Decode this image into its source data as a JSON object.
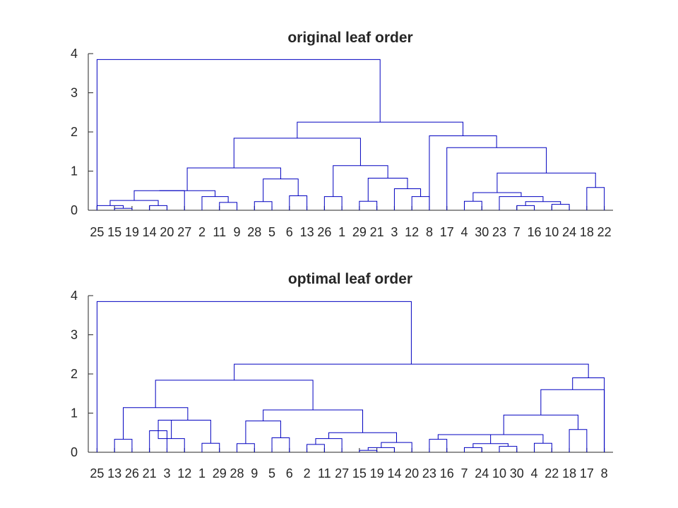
{
  "chart_data": [
    {
      "type": "dendrogram",
      "title": "original leaf order",
      "ylim": [
        0,
        4
      ],
      "yticks": [
        "0",
        "1",
        "2",
        "3",
        "4"
      ],
      "line_color": "#0000c0",
      "leaves": [
        "25",
        "15",
        "19",
        "14",
        "20",
        "27",
        "2",
        "11",
        "9",
        "28",
        "5",
        "6",
        "13",
        "26",
        "1",
        "29",
        "21",
        "3",
        "12",
        "8",
        "17",
        "4",
        "30",
        "23",
        "7",
        "16",
        "10",
        "24",
        "18",
        "22"
      ],
      "links": [
        {
          "a": "L1",
          "b": "L2",
          "h": 0.05
        },
        {
          "a": "N0",
          "b": "L0",
          "h": 0.12
        },
        {
          "a": "L3",
          "b": "L4",
          "h": 0.12
        },
        {
          "a": "N1",
          "b": "N2",
          "h": 0.25
        },
        {
          "a": "N3",
          "b": "L5",
          "h": 0.5
        },
        {
          "a": "L7",
          "b": "L8",
          "h": 0.2
        },
        {
          "a": "L6",
          "b": "N5",
          "h": 0.35
        },
        {
          "a": "N4",
          "b": "N6",
          "h": 0.5
        },
        {
          "a": "L9",
          "b": "L10",
          "h": 0.22
        },
        {
          "a": "L11",
          "b": "L12",
          "h": 0.37
        },
        {
          "a": "N8",
          "b": "N9",
          "h": 0.8
        },
        {
          "a": "N7",
          "b": "N10",
          "h": 1.08
        },
        {
          "a": "L13",
          "b": "L14",
          "h": 0.35
        },
        {
          "a": "L15",
          "b": "L16",
          "h": 0.23
        },
        {
          "a": "L18",
          "b": "L19",
          "h": 0.35
        },
        {
          "a": "L17",
          "b": "N14",
          "h": 0.55
        },
        {
          "a": "N13",
          "b": "N15",
          "h": 0.82
        },
        {
          "a": "N12",
          "b": "N16",
          "h": 1.14
        },
        {
          "a": "N11",
          "b": "N17",
          "h": 1.84
        },
        {
          "a": "L21",
          "b": "L22",
          "h": 0.23
        },
        {
          "a": "L24",
          "b": "L25",
          "h": 0.12
        },
        {
          "a": "L26",
          "b": "L27",
          "h": 0.15
        },
        {
          "a": "N20",
          "b": "N21",
          "h": 0.22
        },
        {
          "a": "L23",
          "b": "N22",
          "h": 0.35
        },
        {
          "a": "N19",
          "b": "N23",
          "h": 0.45
        },
        {
          "a": "L28",
          "b": "L29",
          "h": 0.58
        },
        {
          "a": "N24",
          "b": "N25",
          "h": 0.95
        },
        {
          "a": "L20",
          "b": "N26",
          "h": 1.6
        },
        {
          "a": "L19",
          "b": "N27",
          "h": 1.9
        },
        {
          "a": "N18",
          "b": "N28",
          "h": 2.25
        },
        {
          "a": "L0",
          "b": "N29",
          "h": 3.85
        }
      ]
    },
    {
      "type": "dendrogram",
      "title": "optimal leaf order",
      "ylim": [
        0,
        4
      ],
      "yticks": [
        "0",
        "1",
        "2",
        "3",
        "4"
      ],
      "line_color": "#0000c0",
      "leaves": [
        "25",
        "13",
        "26",
        "21",
        "3",
        "12",
        "1",
        "29",
        "28",
        "9",
        "5",
        "6",
        "2",
        "11",
        "27",
        "15",
        "19",
        "14",
        "20",
        "23",
        "16",
        "7",
        "24",
        "10",
        "30",
        "4",
        "22",
        "18",
        "17",
        "8"
      ],
      "links": [
        {
          "a": "L1",
          "b": "L2",
          "h": 0.33
        },
        {
          "a": "L3",
          "b": "L4",
          "h": 0.55
        },
        {
          "a": "N1",
          "b": "L5",
          "h": 0.35
        },
        {
          "a": "N2",
          "b": "N1",
          "h": 0.82
        },
        {
          "a": "L6",
          "b": "L7",
          "h": 0.23
        },
        {
          "a": "N3",
          "b": "N4",
          "h": 0.82
        },
        {
          "a": "N0",
          "b": "N5",
          "h": 1.14
        },
        {
          "a": "L8",
          "b": "L9",
          "h": 0.22
        },
        {
          "a": "L10",
          "b": "L11",
          "h": 0.37
        },
        {
          "a": "N7",
          "b": "N8",
          "h": 0.8
        },
        {
          "a": "L12",
          "b": "L13",
          "h": 0.2
        },
        {
          "a": "N10",
          "b": "L14",
          "h": 0.35
        },
        {
          "a": "L15",
          "b": "L16",
          "h": 0.05
        },
        {
          "a": "N12",
          "b": "L17",
          "h": 0.12
        },
        {
          "a": "N13",
          "b": "L18",
          "h": 0.25
        },
        {
          "a": "N11",
          "b": "N14",
          "h": 0.5
        },
        {
          "a": "N9",
          "b": "N15",
          "h": 1.08
        },
        {
          "a": "N6",
          "b": "N16",
          "h": 1.84
        },
        {
          "a": "L19",
          "b": "L20",
          "h": 0.33
        },
        {
          "a": "L21",
          "b": "L22",
          "h": 0.12
        },
        {
          "a": "L23",
          "b": "L24",
          "h": 0.15
        },
        {
          "a": "N19",
          "b": "N20",
          "h": 0.22
        },
        {
          "a": "N18",
          "b": "N21",
          "h": 0.45
        },
        {
          "a": "L25",
          "b": "L26",
          "h": 0.23
        },
        {
          "a": "N22",
          "b": "N23",
          "h": 0.45
        },
        {
          "a": "L27",
          "b": "L28",
          "h": 0.58
        },
        {
          "a": "N24",
          "b": "N25",
          "h": 0.95
        },
        {
          "a": "N26",
          "b": "L29",
          "h": 1.6
        },
        {
          "a": "N27",
          "b": "L29",
          "h": 1.9
        },
        {
          "a": "N17",
          "b": "N28",
          "h": 2.25
        },
        {
          "a": "L0",
          "b": "N29",
          "h": 3.85
        }
      ]
    }
  ]
}
